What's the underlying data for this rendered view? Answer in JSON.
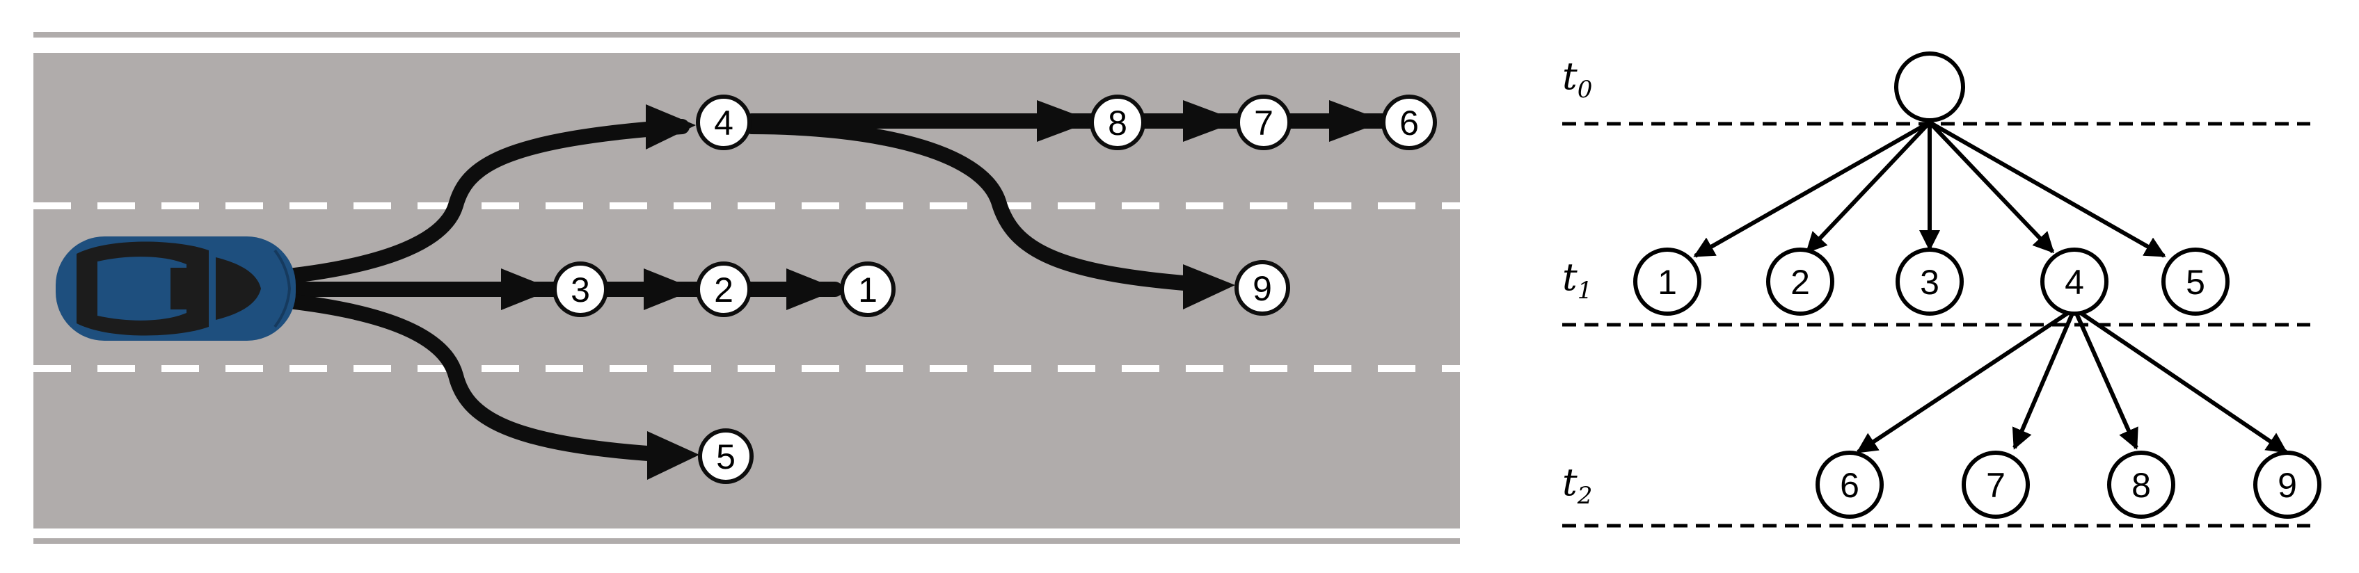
{
  "road_scene": {
    "colors": {
      "road": "#b0acab",
      "lane_marking": "#ffffff",
      "road_edge": "#b0acab",
      "car_body": "#1e4f7e",
      "path": "#0d0d0d"
    },
    "icons": [
      "car-icon"
    ],
    "maneuver_nodes": [
      {
        "id": "1",
        "label": "1"
      },
      {
        "id": "2",
        "label": "2"
      },
      {
        "id": "3",
        "label": "3"
      },
      {
        "id": "4",
        "label": "4"
      },
      {
        "id": "5",
        "label": "5"
      },
      {
        "id": "6",
        "label": "6"
      },
      {
        "id": "7",
        "label": "7"
      },
      {
        "id": "8",
        "label": "8"
      },
      {
        "id": "9",
        "label": "9"
      }
    ]
  },
  "tree": {
    "time_levels": [
      {
        "base": "t",
        "sub": "0"
      },
      {
        "base": "t",
        "sub": "1"
      },
      {
        "base": "t",
        "sub": "2"
      }
    ],
    "root": {
      "label": ""
    },
    "level1": [
      "1",
      "2",
      "3",
      "4",
      "5"
    ],
    "level2": [
      "6",
      "7",
      "8",
      "9"
    ],
    "edges": [
      [
        "root",
        "1"
      ],
      [
        "root",
        "2"
      ],
      [
        "root",
        "3"
      ],
      [
        "root",
        "4"
      ],
      [
        "root",
        "5"
      ],
      [
        "4",
        "6"
      ],
      [
        "4",
        "7"
      ],
      [
        "4",
        "8"
      ],
      [
        "4",
        "9"
      ]
    ]
  }
}
